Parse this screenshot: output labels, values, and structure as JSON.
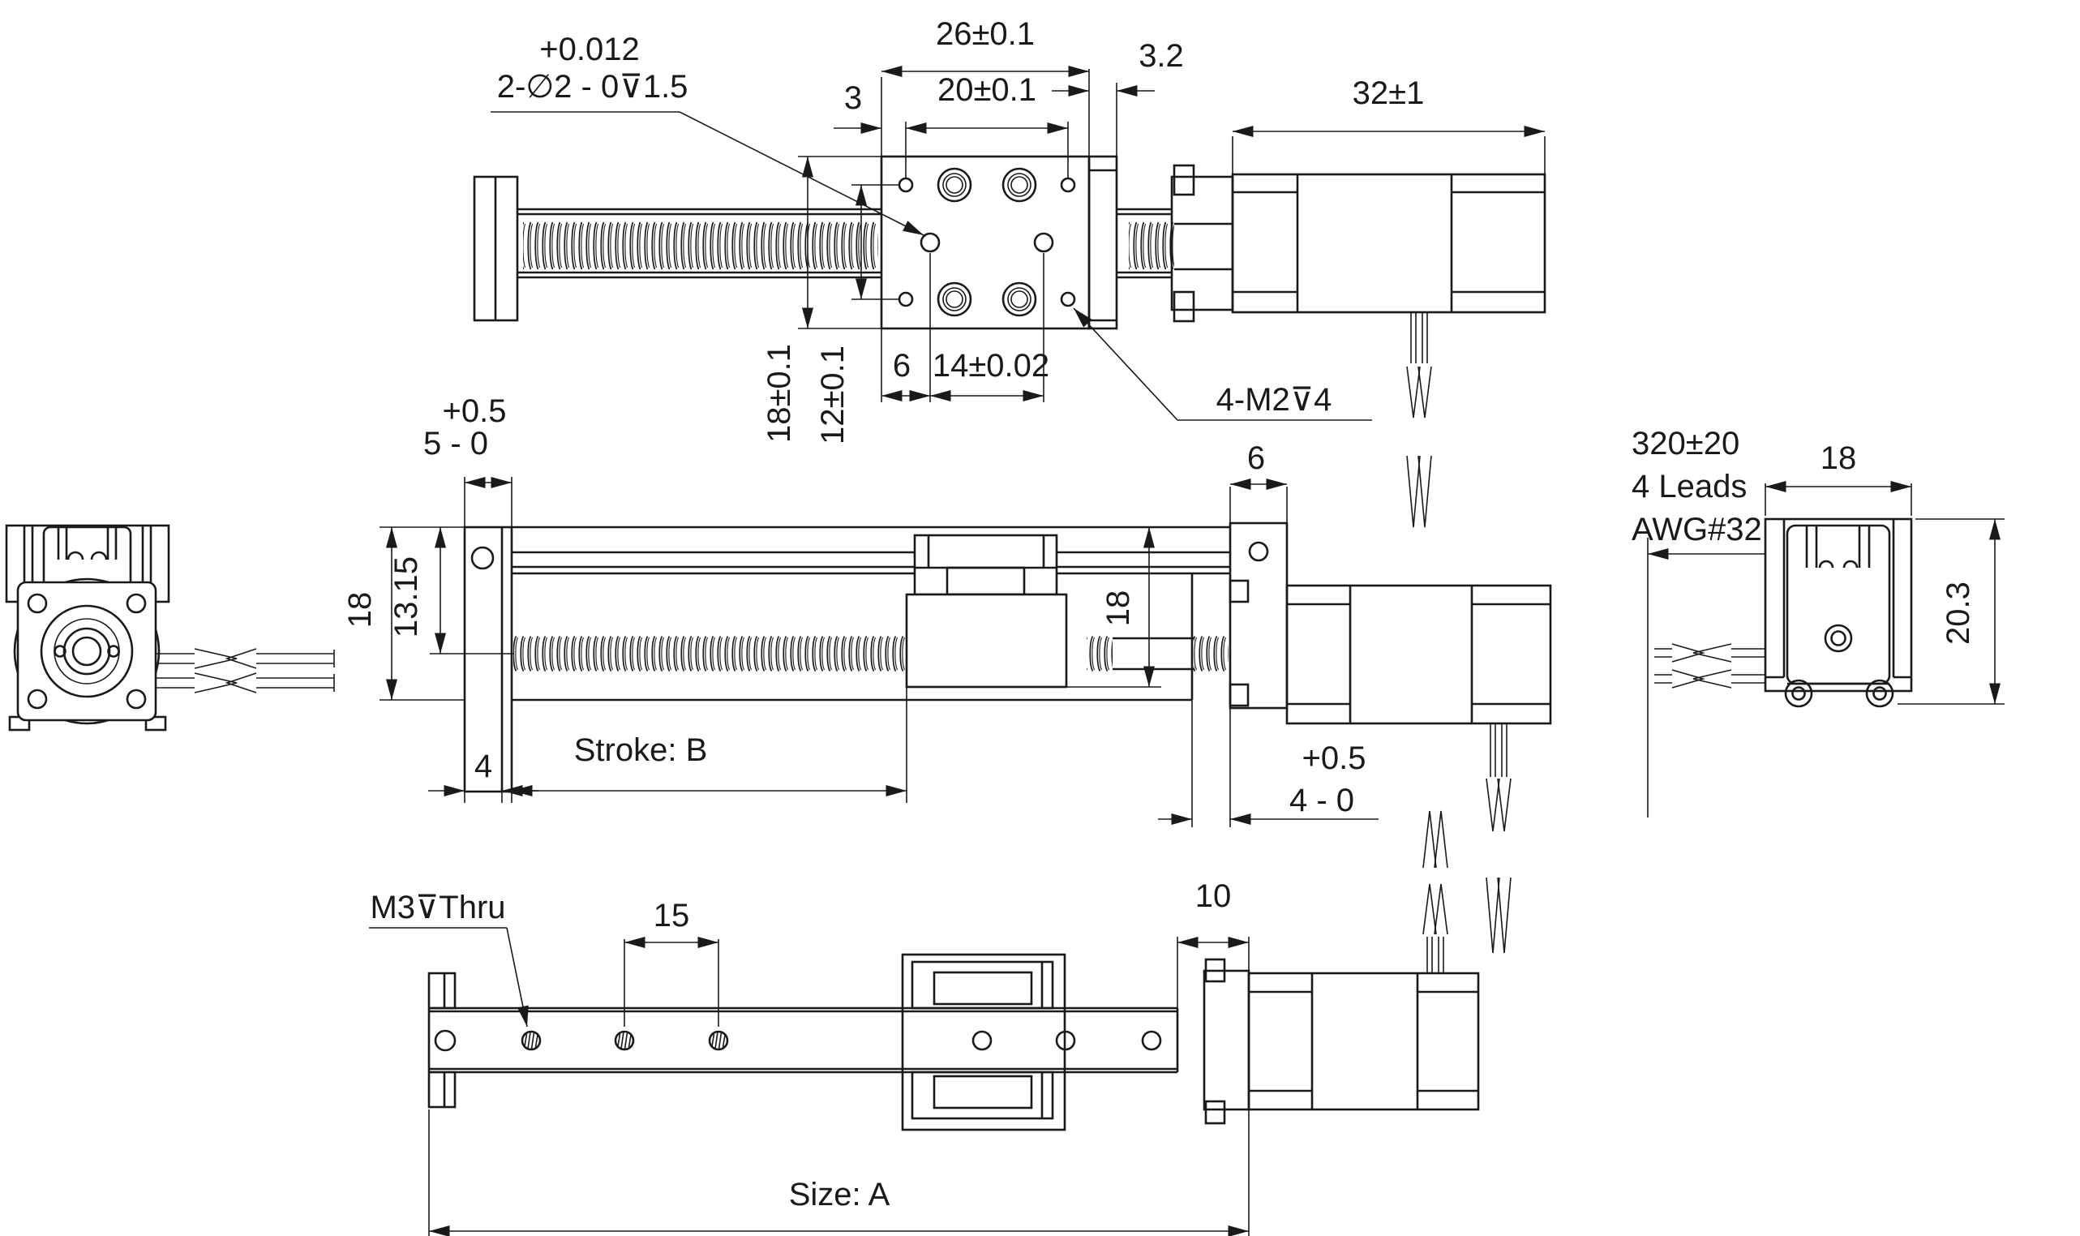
{
  "colors": {
    "line": "#1a1a1a",
    "background": "#ffffff"
  },
  "top": {
    "dim26": "26±0.1",
    "dim3_2": "3.2",
    "dim3": "3",
    "dim20": "20±0.1",
    "dim32": "32±1",
    "holeTol": "+0.012",
    "holeCallout": "2-∅2 - 0",
    "depthCallout": "⊽1.5",
    "dim18": "18±0.1",
    "dim12": "12±0.1",
    "dim6": "6",
    "dim14": "14±0.02",
    "threadCallout": "4-M2⊽4"
  },
  "side": {
    "tol5": "+0.5",
    "dim5": "5 - 0",
    "dim18": "18",
    "dim1315": "13.15",
    "dim4": "4",
    "stroke": "Stroke: B",
    "dim6": "6",
    "dim18carriage": "18",
    "tol4": "+0.5",
    "dim4r": "4 - 0",
    "leads1": "320±20",
    "leads2": "4 Leads",
    "leads3": "AWG#32"
  },
  "rightEnd": {
    "dim18": "18",
    "dim20_3": "20.3"
  },
  "bottom": {
    "threadCallout": "M3⊽Thru",
    "dim15": "15",
    "dim10": "10",
    "sizeA": "Size: A"
  }
}
